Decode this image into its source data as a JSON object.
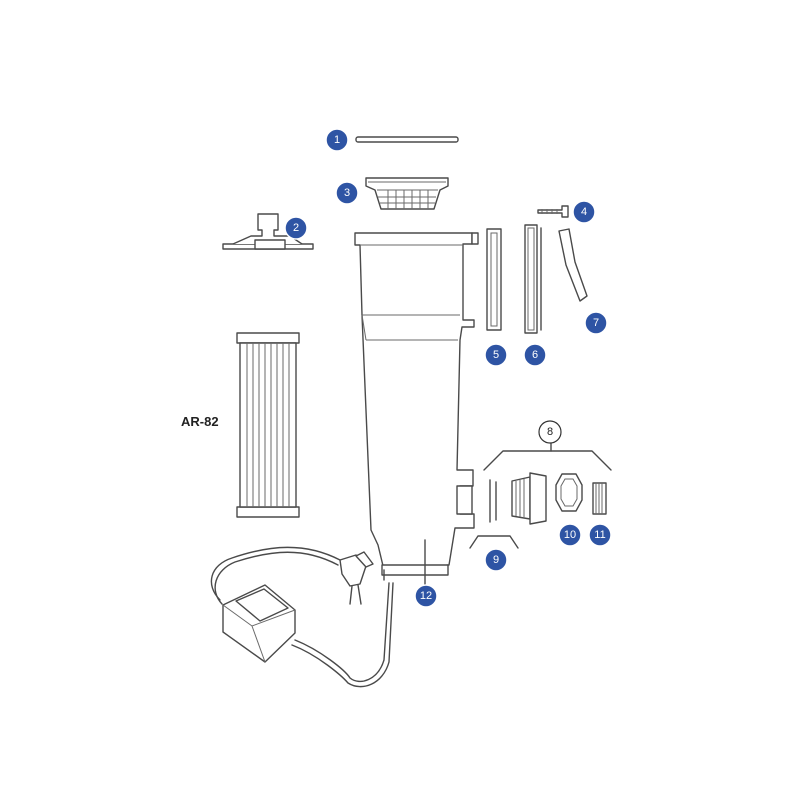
{
  "model_label": "AR-82",
  "callouts": [
    {
      "id": "1",
      "color": "#2e54a4"
    },
    {
      "id": "2",
      "color": "#2e54a4"
    },
    {
      "id": "3",
      "color": "#2e54a4"
    },
    {
      "id": "4",
      "color": "#2e54a4"
    },
    {
      "id": "5",
      "color": "#2e54a4"
    },
    {
      "id": "6",
      "color": "#2e54a4"
    },
    {
      "id": "7",
      "color": "#2e54a4"
    },
    {
      "id": "8",
      "color": "#ffffff"
    },
    {
      "id": "9",
      "color": "#2e54a4"
    },
    {
      "id": "10",
      "color": "#2e54a4"
    },
    {
      "id": "11",
      "color": "#2e54a4"
    },
    {
      "id": "12",
      "color": "#2e54a4"
    }
  ]
}
